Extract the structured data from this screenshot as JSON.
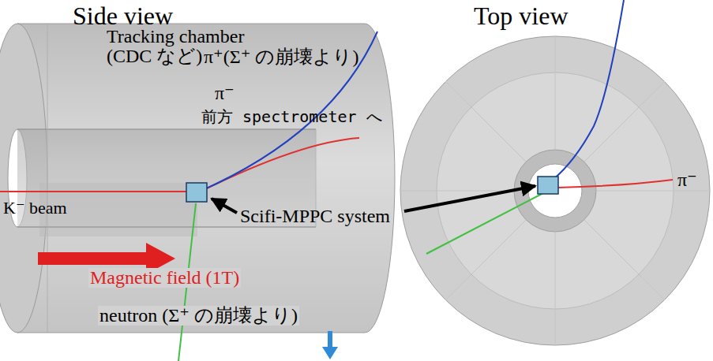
{
  "diagram": {
    "labels": [
      "Side view",
      "Top view",
      "Tracking chamber (CDC など)",
      "π⁺(Σ⁺ の崩壊より)",
      "π⁻",
      "前方 spectrometer へ",
      "K⁻ beam",
      "Scifi-MPPC system",
      "Magnetic field (1T)",
      "neutron (Σ⁺ の崩壊より)",
      "π⁻"
    ]
  }
}
